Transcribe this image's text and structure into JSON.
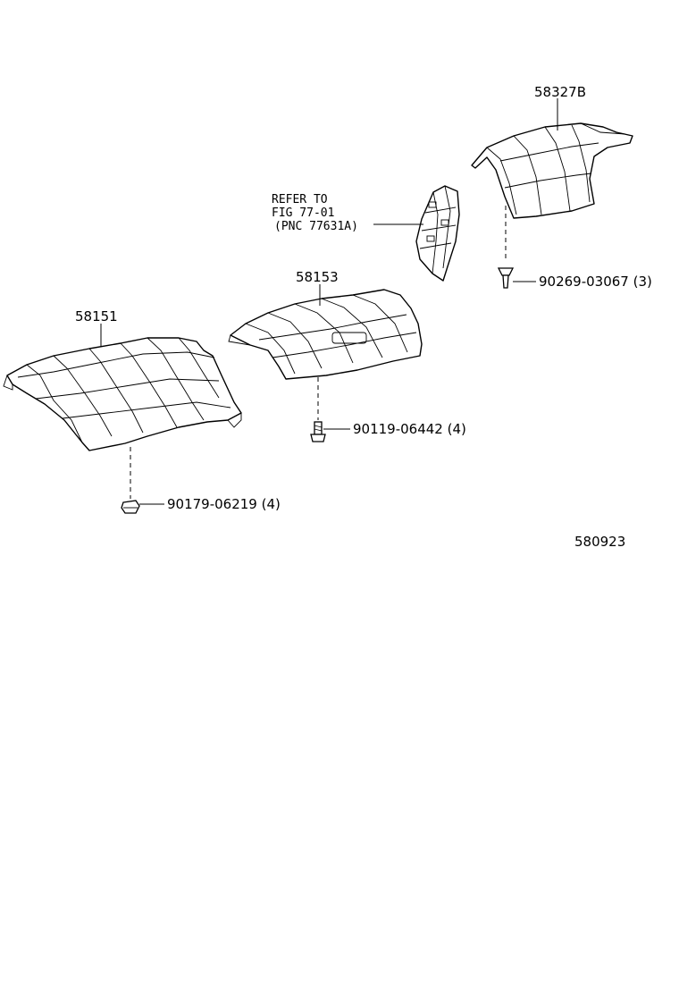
{
  "parts": {
    "p58151": {
      "number": "58151"
    },
    "p58153": {
      "number": "58153"
    },
    "p58327b": {
      "number": "58327B"
    },
    "bracket_ref": {
      "line1": "REFER TO",
      "line2": "FIG 77-01",
      "line3": "(PNC 77631A)"
    }
  },
  "fasteners": {
    "f90179": {
      "label": "90179-06219 (4)"
    },
    "f90119": {
      "label": "90119-06442 (4)"
    },
    "f90269": {
      "label": "90269-03067 (3)"
    }
  },
  "diagram_id": "580923"
}
